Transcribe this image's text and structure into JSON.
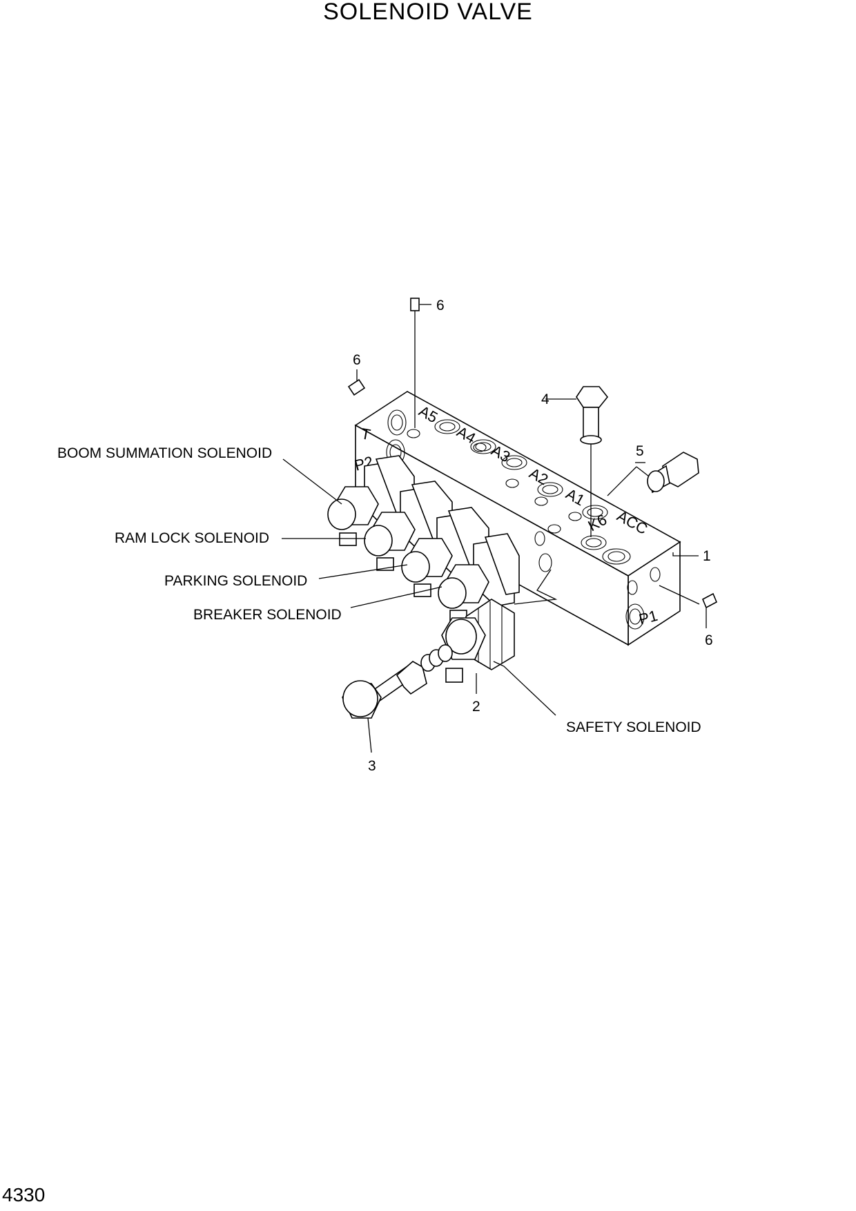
{
  "title": "SOLENOID VALVE",
  "page_number": "4330",
  "callouts": {
    "boom_summation": "BOOM SUMMATION SOLENOID",
    "ram_lock": "RAM LOCK SOLENOID",
    "parking": "PARKING SOLENOID",
    "breaker": "BREAKER SOLENOID",
    "safety": "SAFETY SOLENOID"
  },
  "part_numbers": {
    "p1": "1",
    "p2": "2",
    "p3": "3",
    "p4": "4",
    "p5": "5",
    "p6_top": "6",
    "p6_left": "6",
    "p6_right": "6"
  },
  "ports": {
    "t": "T",
    "p2": "P2",
    "a5": "A5",
    "a4": "A4",
    "a3": "A3",
    "a2": "A2",
    "a1": "A1",
    "k6": "K6",
    "acc": "ACC",
    "p1": "P1"
  }
}
